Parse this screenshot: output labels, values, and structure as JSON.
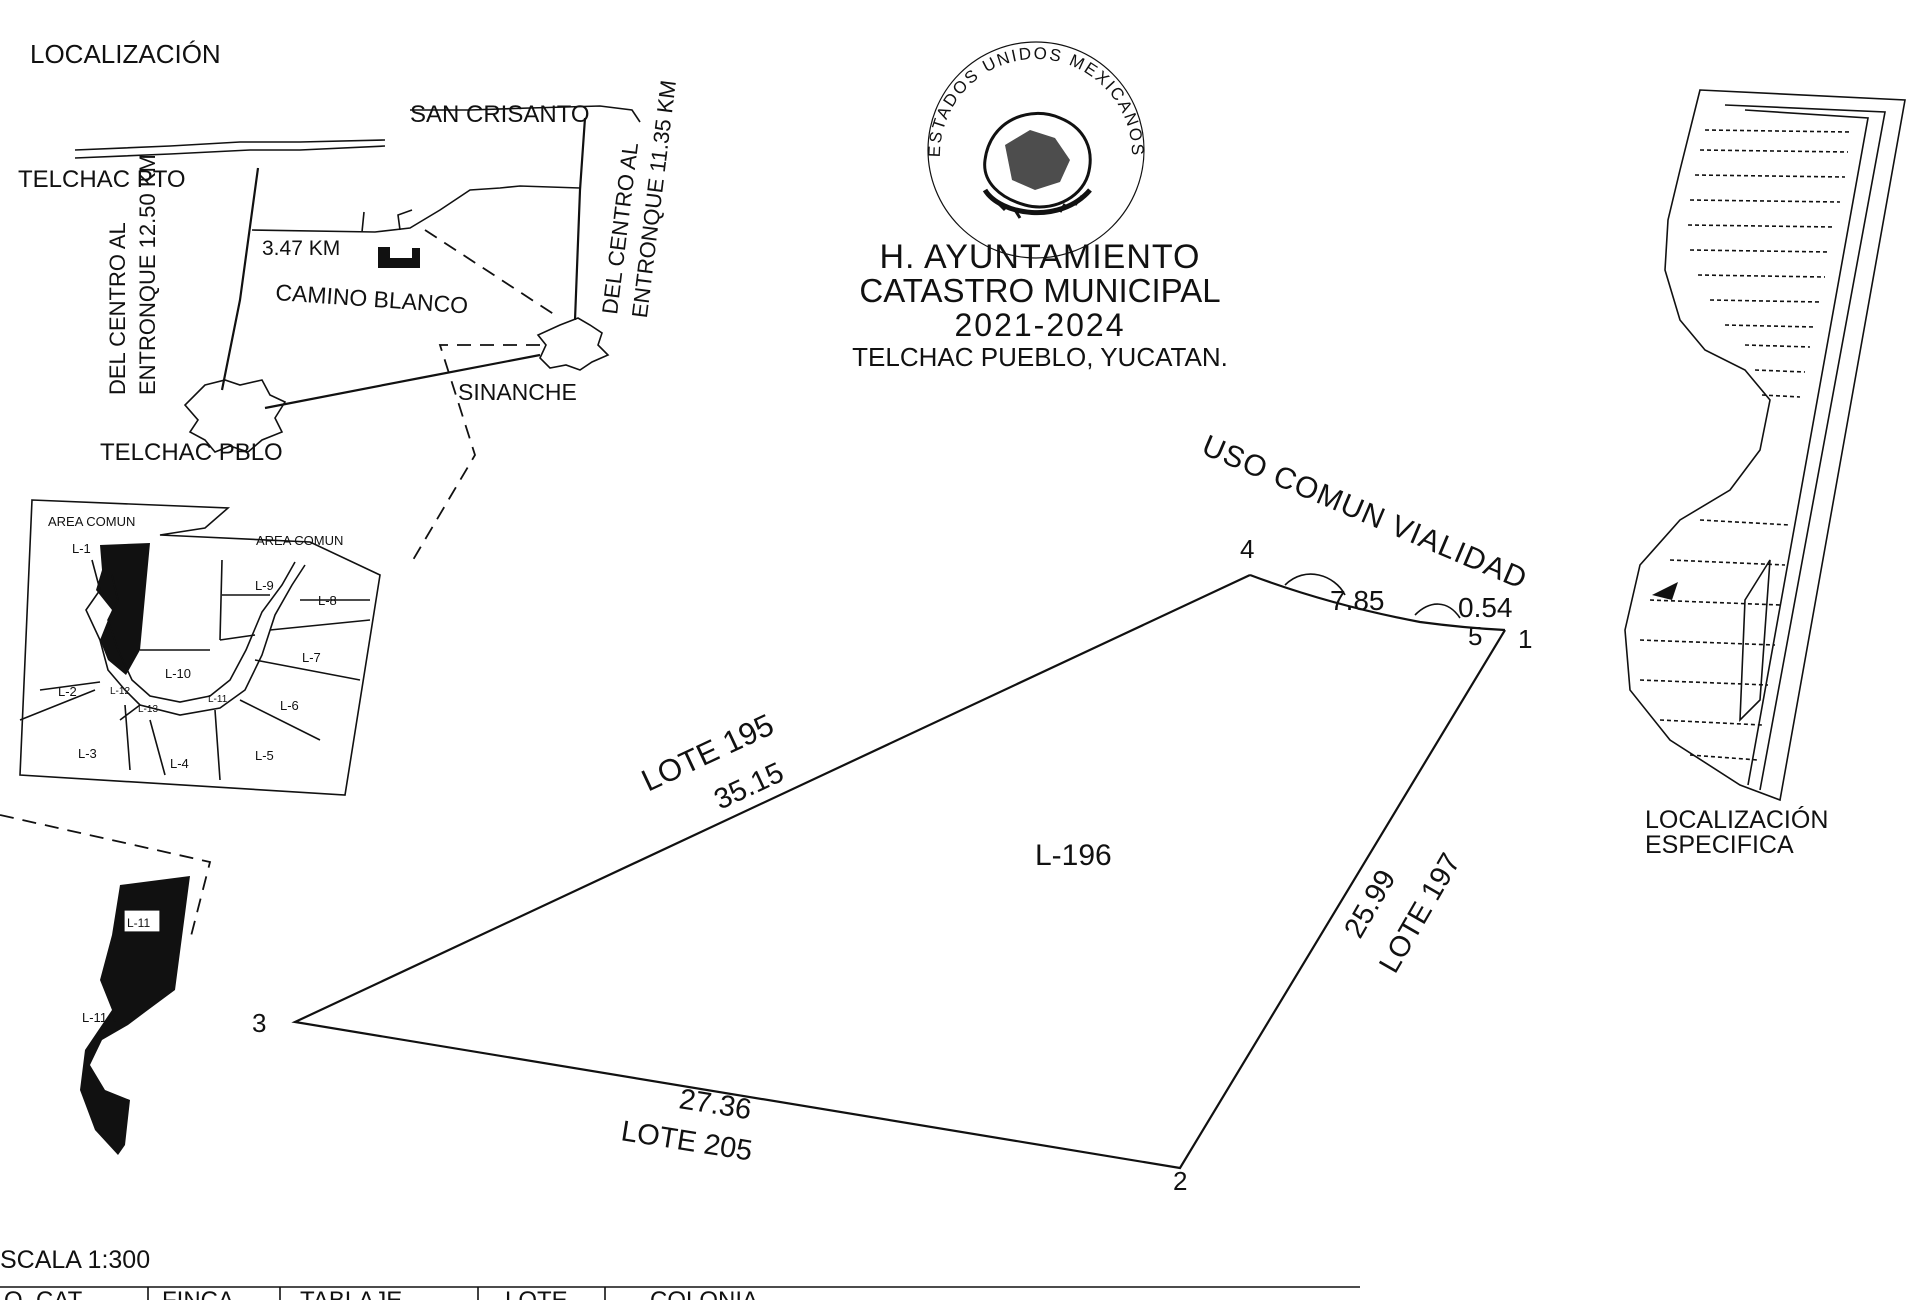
{
  "location_map": {
    "heading": "LOCALIZACIÓN",
    "towns": {
      "san_crisanto": "SAN CRISANTO",
      "telchac_pto": "TELCHAC PTO",
      "camino_blanco": "CAMINO BLANCO",
      "sinanche": "SINANCHE",
      "telchac_pblo": "TELCHAC PBLO"
    },
    "distance_km": "3.47 KM",
    "road_left": [
      "DEL CENTRO AL",
      "ENTRONQUE 12.50 KM"
    ],
    "road_right": [
      "DEL CENTRO AL",
      "ENTRONQUE 11.35 KM"
    ]
  },
  "inset_plan": {
    "area_comun_left": "AREA COMUN",
    "area_comun_right": "AREA COMUN",
    "lots": [
      "L-1",
      "L-2",
      "L-3",
      "L-4",
      "L-5",
      "L-6",
      "L-7",
      "L-8",
      "L-9",
      "L-10",
      "L-11",
      "L-12",
      "L-13"
    ]
  },
  "strip_plan": {
    "lot_upper": "L-11",
    "lot_lower": "L-11A"
  },
  "header": {
    "line1": "H. AYUNTAMIENTO",
    "line2": "CATASTRO MUNICIPAL",
    "line3": "2021-2024",
    "line4": "TELCHAC PUEBLO, YUCATAN.",
    "seal_text": "ESTADOS UNIDOS MEXICANOS",
    "seal_icon": "coat-of-arms-icon"
  },
  "plot": {
    "lot_id": "L-196",
    "road_label": "USO COMUN VIALIDAD",
    "vertices": [
      "1",
      "2",
      "3",
      "4",
      "5"
    ],
    "edges": {
      "north_arc_a": "7.85",
      "north_arc_b": "0.54",
      "west_neighbor": "LOTE 195",
      "west_length": "35.15",
      "east_neighbor": "LOTE 197",
      "east_length": "25.99",
      "south_neighbor": "LOTE 205",
      "south_length": "27.36"
    }
  },
  "specific_location": {
    "line1": "LOCALIZACIÓN",
    "line2": "ESPECIFICA"
  },
  "footer": {
    "scale": "SCALA 1:300",
    "table_headers": [
      "O. CAT.",
      "FINCA",
      "TABLAJE",
      "LOTE",
      "COLONIA"
    ]
  }
}
